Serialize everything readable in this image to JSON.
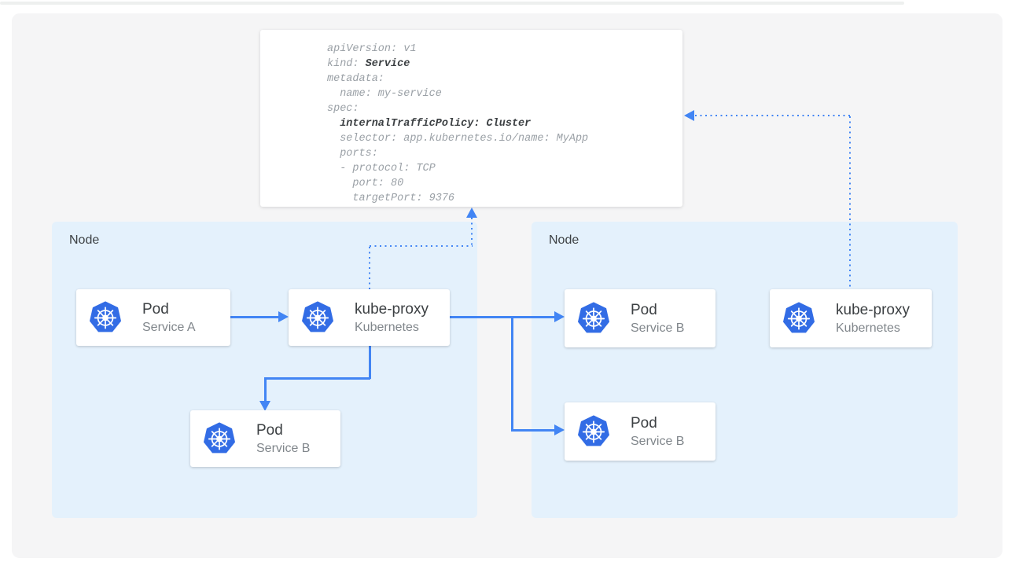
{
  "colors": {
    "arrow_blue": "#4285F4",
    "kubernetes_blue": "#326CE5",
    "node_bg": "#E4F1FC",
    "panel_bg": "#F5F5F6",
    "yaml_text": "#9AA0A6",
    "yaml_bold_text": "#3C4043"
  },
  "yaml_panel": {
    "lines": [
      {
        "text": "apiVersion: v1"
      },
      {
        "pre": "kind: ",
        "bold": "Service"
      },
      {
        "text": "metadata:"
      },
      {
        "text": "  name: my-service"
      },
      {
        "text": "spec:"
      },
      {
        "pre": "  ",
        "bold": "internalTrafficPolicy: Cluster"
      },
      {
        "text": "  selector: app.kubernetes.io/name: MyApp"
      },
      {
        "text": "  ports:"
      },
      {
        "text": "  - protocol: TCP"
      },
      {
        "text": "    port: 80"
      },
      {
        "text": "    targetPort: 9376"
      }
    ]
  },
  "nodes": [
    {
      "label": "Node",
      "boxes": [
        {
          "icon": "kubernetes-icon",
          "title": "Pod",
          "subtitle": "Service A"
        },
        {
          "icon": "kubernetes-icon",
          "title": "kube-proxy",
          "subtitle": "Kubernetes"
        },
        {
          "icon": "kubernetes-icon",
          "title": "Pod",
          "subtitle": "Service B"
        }
      ]
    },
    {
      "label": "Node",
      "boxes": [
        {
          "icon": "kubernetes-icon",
          "title": "Pod",
          "subtitle": "Service B"
        },
        {
          "icon": "kubernetes-icon",
          "title": "Pod",
          "subtitle": "Service B"
        },
        {
          "icon": "kubernetes-icon",
          "title": "kube-proxy",
          "subtitle": "Kubernetes"
        }
      ]
    }
  ]
}
